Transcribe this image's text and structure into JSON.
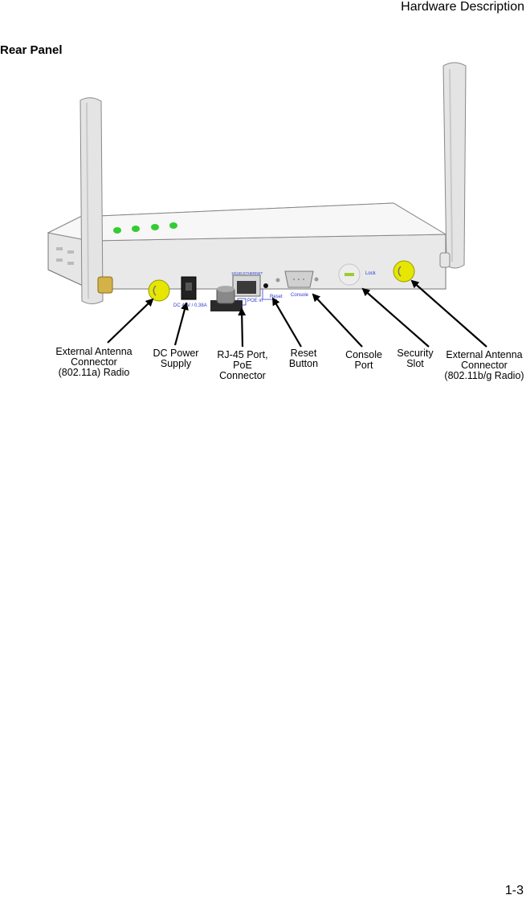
{
  "header": {
    "running_title": "Hardware Description"
  },
  "section": {
    "title": "Rear Panel"
  },
  "figure": {
    "device_text": {
      "power": "DC 48V / 0.38A",
      "poe": "POE in",
      "reset": "Reset",
      "console": "Console",
      "lock": "Lock",
      "ethernet": "10/100 ETHERNET"
    },
    "callouts": [
      {
        "lines": [
          "External Antenna",
          "Connector",
          "(802.11a) Radio"
        ]
      },
      {
        "lines": [
          "DC Power",
          "Supply"
        ]
      },
      {
        "lines": [
          "RJ-45 Port,",
          "PoE",
          "Connector"
        ]
      },
      {
        "lines": [
          "Reset",
          "Button"
        ]
      },
      {
        "lines": [
          "Console",
          "Port"
        ]
      },
      {
        "lines": [
          "Security",
          "Slot"
        ]
      },
      {
        "lines": [
          "External Antenna",
          "Connector",
          "(802.11b/g Radio)"
        ]
      }
    ]
  },
  "footer": {
    "page_number": "1-3"
  },
  "colors": {
    "device_body": "#ececec",
    "antenna_connector": "#e6e600",
    "led": "#33cc33",
    "label_blue": "#2a3ad0"
  }
}
